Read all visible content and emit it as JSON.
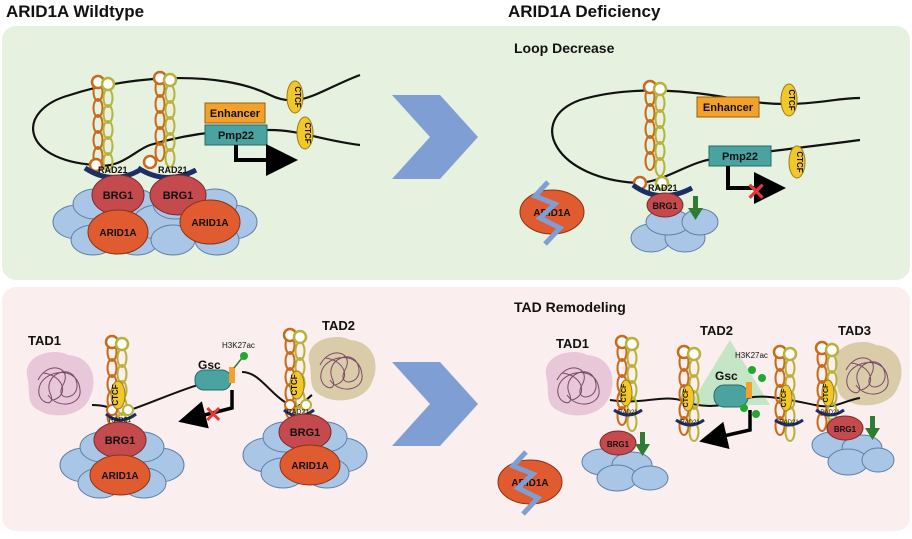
{
  "headers": {
    "left": "ARID1A Wildtype",
    "right": "ARID1A Deficiency"
  },
  "top_panel": {
    "title": "Loop Decrease",
    "left": {
      "enhancer": "Enhancer",
      "gene": "Pmp22",
      "ctcf_1": "CTCF",
      "ctcf_2": "CTCF",
      "rad21_1": "RAD21",
      "rad21_2": "RAD21",
      "brg1_1": "BRG1",
      "brg1_2": "BRG1",
      "arid1a_1": "ARID1A",
      "arid1a_2": "ARID1A"
    },
    "right": {
      "enhancer": "Enhancer",
      "gene": "Pmp22",
      "ctcf_1": "CTCF",
      "ctcf_2": "CTCF",
      "rad21": "RAD21",
      "brg1": "BRG1",
      "free_arid1a": "ARID1A"
    }
  },
  "bottom_panel": {
    "title": "TAD Remodeling",
    "left": {
      "tad1": "TAD1",
      "tad2": "TAD2",
      "gene": "Gsc",
      "mark": "H3K27ac",
      "ctcf_1": "CTCF",
      "ctcf_2": "CTCF",
      "rad21_1": "RAD21",
      "rad21_2": "RAD21",
      "brg1_1": "BRG1",
      "brg1_2": "BRG1",
      "arid1a_1": "ARID1A",
      "arid1a_2": "ARID1A"
    },
    "right": {
      "tad1": "TAD1",
      "tad2": "TAD2",
      "tad3": "TAD3",
      "gene": "Gsc",
      "mark": "H3K27ac",
      "ctcf_1": "CTCF",
      "ctcf_2": "CTCF",
      "ctcf_3": "CTCF",
      "ctcf_4": "CTCF",
      "rad21_1": "RAD21",
      "rad21_2": "RAD21",
      "rad21_3": "RAD21",
      "rad21_4": "RAD21",
      "brg1_1": "BRG1",
      "brg1_2": "BRG1",
      "free_arid1a": "ARID1A"
    }
  },
  "colors": {
    "top_bg": "#e6f2df",
    "bottom_bg": "#fbeeee",
    "blue_subunit": "#a9c6e6",
    "brg1": "#c44a4e",
    "arid1a": "#e05b2f",
    "enhancer": "#f2a12b",
    "gene_box": "#4aa3a0",
    "ctcf": "#f2c72b",
    "arrow_chevron": "#7f9fd4",
    "down_arrow": "#2e7d32",
    "block_x": "#e53935",
    "tad_pink": "#e6c4d6",
    "tad_tan": "#d8c9a4"
  }
}
